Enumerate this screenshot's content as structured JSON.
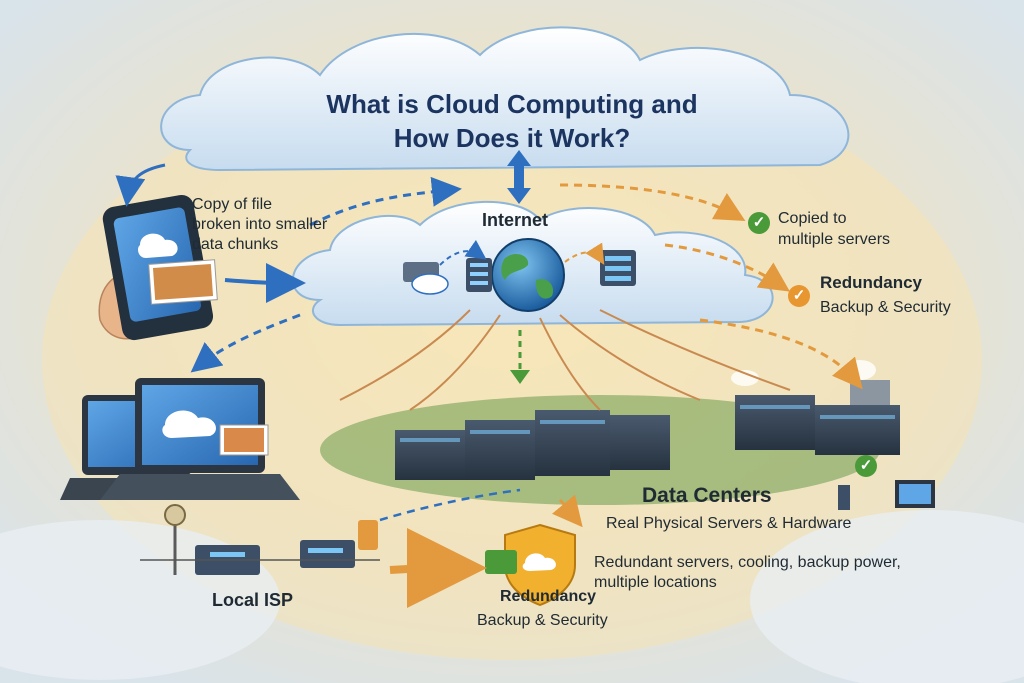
{
  "title": {
    "line1": "What is Cloud Computing and",
    "line2": "How Does it Work?"
  },
  "labels": {
    "internet": "Internet",
    "copy_line1": "Copy of file",
    "copy_line2": "broken into smaller",
    "copy_line3": "data chunks",
    "copied_line1": "Copied to",
    "copied_line2": "multiple servers",
    "redundancy_top_title": "Redundancy",
    "redundancy_top_sub": "Backup & Security",
    "data_centers_title": "Data Centers",
    "data_centers_sub": "Real Physical Servers & Hardware",
    "redundant_line1": "Redundant servers, cooling, backup power,",
    "redundant_line2": "multiple locations",
    "local_isp": "Local ISP",
    "redundancy_bottom_title": "Redundancy",
    "redundancy_bottom_sub": "Backup & Security"
  },
  "icons": {
    "copied_check": "check-icon",
    "redundancy_top_check": "check-icon",
    "datacenter_check": "check-icon",
    "shield": "shield-cloud-icon"
  },
  "colors": {
    "title": "#1b3560",
    "blue_arrow": "#2f6fc0",
    "orange_arrow": "#e39a3e",
    "green_check": "#4b9a3a",
    "orange_check": "#e8962f",
    "shield": "#f2b02f"
  }
}
